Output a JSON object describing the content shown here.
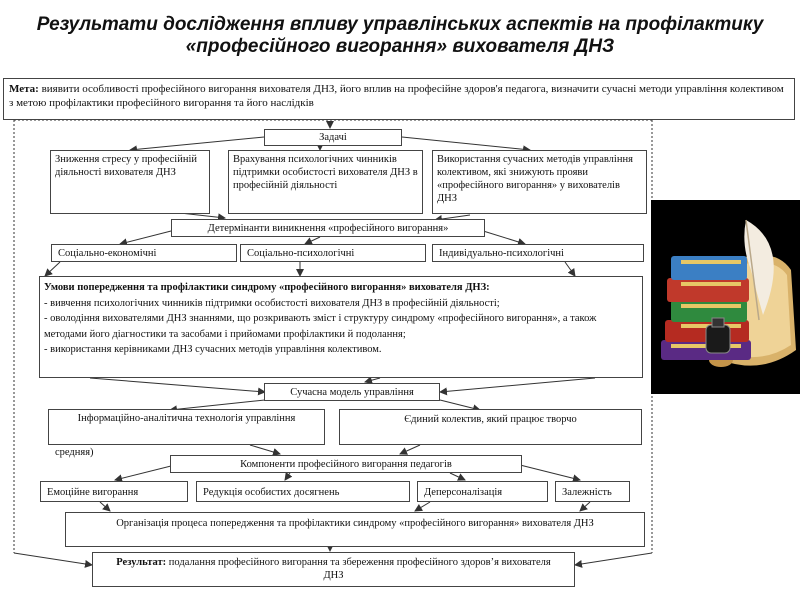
{
  "title_line1": "Результати дослідження впливу управлінських аспектів на профілактику",
  "title_line2": "«професійного вигорання» вихователя ДНЗ",
  "goal": {
    "label": "Мета:",
    "text": " виявити особливості професійного вигорання вихователя ДНЗ, його вплив на професійне здоров'я педагога,  визначити сучасні методи управління колективом з метою профілактики професійного вигорання  та його наслідків"
  },
  "tasks_header": "Задачі",
  "tasks": [
    "Зниження    стресу у професійній діяльності вихователя ДНЗ",
    "Врахування психологічних чинників підтримки особистості вихователя ДНЗ в професійній діяльності",
    "Використання сучасних методів управління колективом, які знижують прояви «професійного вигорання» у вихователів ДНЗ"
  ],
  "determinants_header": "Детермінанти виникнення «професійного вигорання»",
  "determinants": [
    "Соціально-економічні",
    "Соціально-психологічні",
    "Індивідуально-психологічні"
  ],
  "prevention": {
    "title": "Умови попередження та профілактики синдрому «професійного вигорання» вихователя ДНЗ:",
    "lines": [
      "- вивчення психологічних чинників підтримки особистості вихователя ДНЗ в професійній діяльності;",
      "- оволодіння вихователями ДНЗ знаннями, що розкривають зміст і структуру синдрому «професійного вигорання», а також методами його діагностики та засобами і прийомами профілактики й подолання;",
      "- використання керівниками ДНЗ сучасних методів управління колективом."
    ]
  },
  "model_header": "Сучасна модель управління",
  "model_items": [
    "Інформаційно-аналітична технологія управління",
    "Єдиний колектив, який працює творчо"
  ],
  "stray_text": "средняя)",
  "components_header": "Компоненти професійного вигорання педагогів",
  "components": [
    "Емоційне вигорання",
    "Редукція особистих досягнень",
    "Деперсоналізація",
    "Залежність"
  ],
  "organization": "Організація процеса попередження та профілактики синдрому «професійного вигорання» вихователя ДНЗ",
  "result": {
    "label": "Результат:",
    "text": " подалання професійного вигорання та збереження професійного здоров’я вихователя ДНЗ"
  },
  "decoration_icon": "books-quill-scroll-icon"
}
